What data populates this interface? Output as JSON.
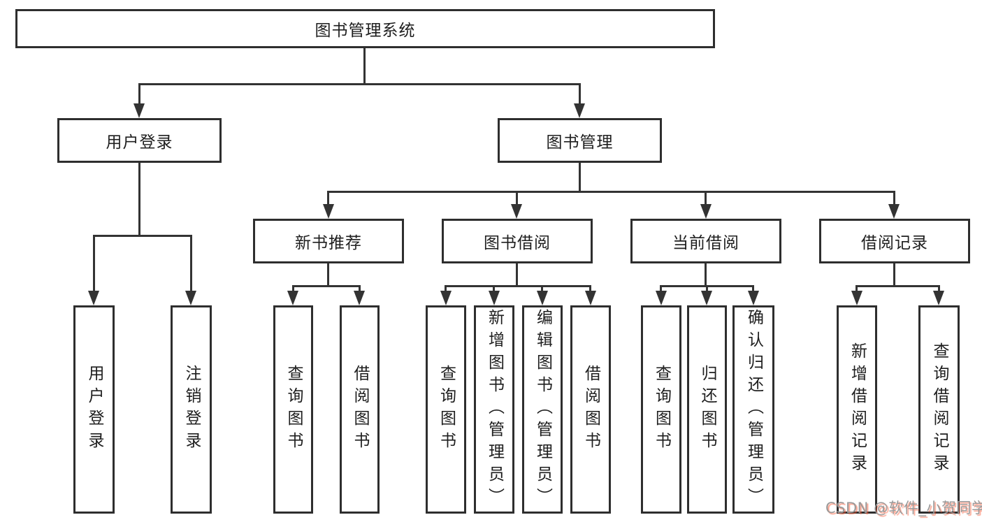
{
  "diagram": {
    "type": "tree-structure",
    "nodes": {
      "root": "图书管理系统",
      "user_login": "用户登录",
      "book_management": "图书管理",
      "new_book_recommend": "新书推荐",
      "book_borrowing": "图书借阅",
      "current_borrowing": "当前借阅",
      "borrowing_records": "借阅记录",
      "leaf_user_login": "用户登录",
      "leaf_logout": "注销登录",
      "leaf_query_books_recommend": "查询图书",
      "leaf_borrow_books_recommend": "借阅图书",
      "leaf_query_books_borrowing": "查询图书",
      "leaf_add_books_admin": "新增图书（管理员）",
      "leaf_edit_books_admin": "编辑图书（管理员）",
      "leaf_borrow_books_borrowing": "借阅图书",
      "leaf_query_books_current": "查询图书",
      "leaf_return_books": "归还图书",
      "leaf_confirm_return_admin": "确认归还（管理员）",
      "leaf_add_borrow_record": "新增借阅记录",
      "leaf_query_borrow_record": "查询借阅记录"
    },
    "edges": [
      [
        "图书管理系统",
        "用户登录"
      ],
      [
        "图书管理系统",
        "图书管理"
      ],
      [
        "用户登录",
        "用户登录"
      ],
      [
        "用户登录",
        "注销登录"
      ],
      [
        "图书管理",
        "新书推荐"
      ],
      [
        "图书管理",
        "图书借阅"
      ],
      [
        "图书管理",
        "当前借阅"
      ],
      [
        "图书管理",
        "借阅记录"
      ],
      [
        "新书推荐",
        "查询图书"
      ],
      [
        "新书推荐",
        "借阅图书"
      ],
      [
        "图书借阅",
        "查询图书"
      ],
      [
        "图书借阅",
        "新增图书（管理员）"
      ],
      [
        "图书借阅",
        "编辑图书（管理员）"
      ],
      [
        "图书借阅",
        "借阅图书"
      ],
      [
        "当前借阅",
        "查询图书"
      ],
      [
        "当前借阅",
        "归还图书"
      ],
      [
        "当前借阅",
        "确认归还（管理员）"
      ],
      [
        "借阅记录",
        "新增借阅记录"
      ],
      [
        "借阅记录",
        "查询借阅记录"
      ]
    ]
  },
  "watermark": {
    "text": "CSDN @软件_小贺同学"
  },
  "colors": {
    "line": "#333333",
    "border": "#2e2e2e",
    "text": "#1e1e1e",
    "background": "#ffffff",
    "watermark_gray": "#9a9a9a",
    "watermark_red": "#fc5531"
  }
}
